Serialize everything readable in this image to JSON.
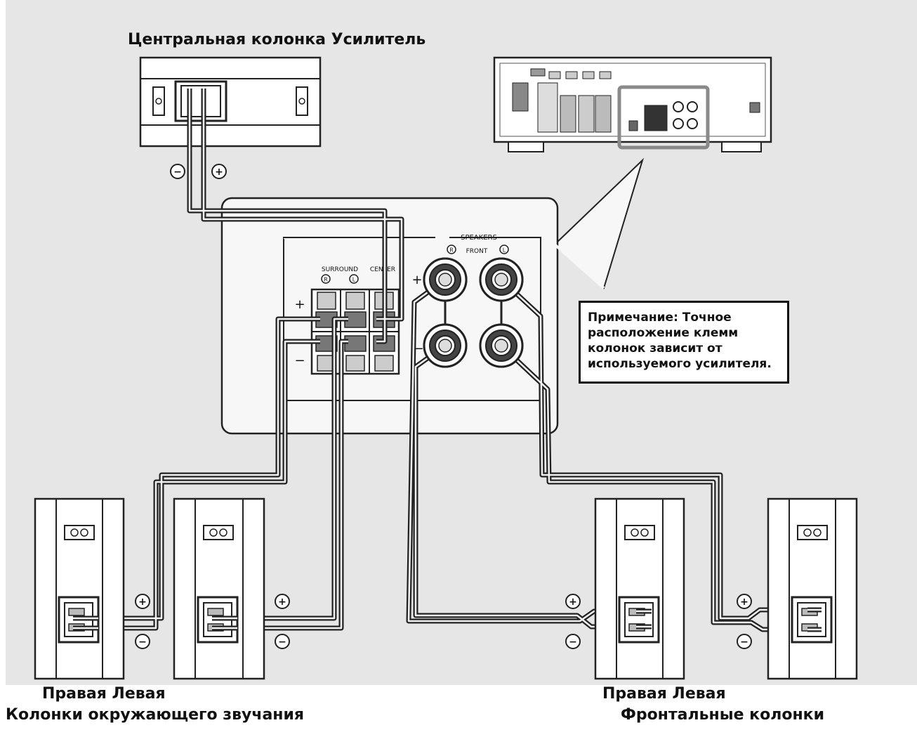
{
  "title": "Центральная колонка Усилитель",
  "note": "Примечание: Точное расположение клемм колонок зависит от используемого усилителя.",
  "terminal_labels": {
    "speakers": "SPEAKERS",
    "front": "FRONT",
    "surround": "SURROUND",
    "center": "CENTER",
    "right": "R",
    "left": "L",
    "plus": "+",
    "minus": "−"
  },
  "surround_group": {
    "right_left": "Правая Левая",
    "caption": "Колонки окружающего звучания"
  },
  "front_group": {
    "right_left": "Правая Левая",
    "caption": "Фронтальные колонки"
  },
  "colors": {
    "background": "#e6e6e6",
    "panel": "#f7f7f7",
    "line": "#222222",
    "highlight": "#8a8a8a"
  }
}
